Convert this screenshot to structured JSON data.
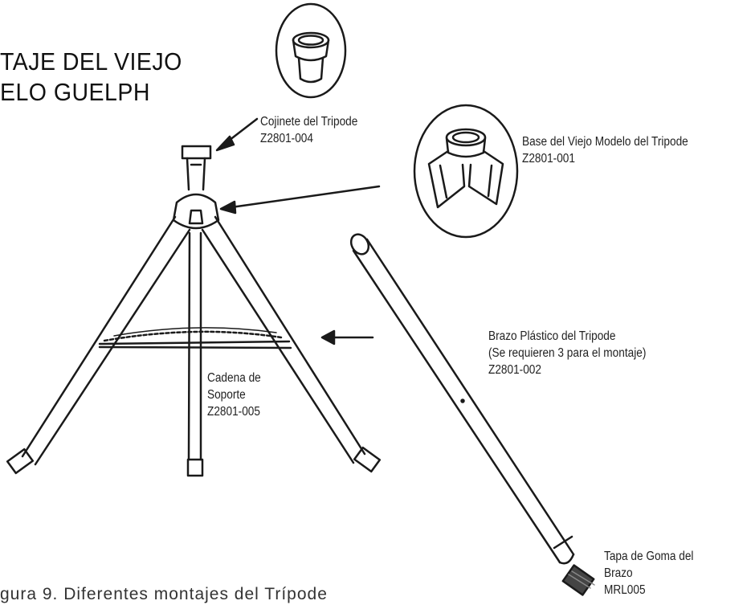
{
  "title": {
    "line1": "TAJE DEL VIEJO",
    "line2": "ELO GUELPH"
  },
  "labels": {
    "bearing": {
      "name": "Cojinete del Tripode",
      "code": "Z2801-004"
    },
    "base": {
      "name": "Base del Viejo Modelo del Tripode",
      "code": "Z2801-001"
    },
    "arm": {
      "name": "Brazo Plástico del Tripode",
      "note": "(Se requieren 3 para el montaje)",
      "code": "Z2801-002"
    },
    "chain": {
      "line1": "Cadena de",
      "line2": "Soporte",
      "code": "Z2801-005"
    },
    "cap": {
      "line1": "Tapa de Goma del",
      "line2": "Brazo",
      "code": "MRL005"
    }
  },
  "caption": "gura 9. Diferentes montajes del Trípode",
  "colors": {
    "ink": "#1a1a1a",
    "background": "#ffffff"
  }
}
